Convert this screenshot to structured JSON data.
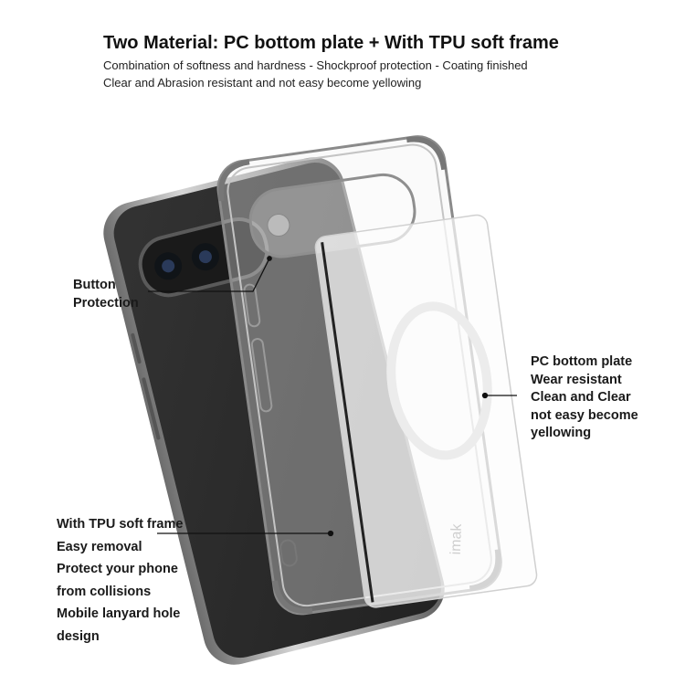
{
  "header": {
    "title": "Two Material:  PC bottom plate + With TPU soft frame",
    "subtitle_line1": "Combination of softness and hardness - Shockproof protection - Coating finished",
    "subtitle_line2": "Clear and Abrasion resistant and not easy become yellowing"
  },
  "callouts": {
    "button_protection": {
      "lines": [
        "Button",
        "Protection"
      ]
    },
    "pc_plate": {
      "lines": [
        "PC bottom plate",
        "Wear resistant",
        "Clean and Clear",
        "not easy become",
        "yellowing"
      ]
    },
    "tpu_frame": {
      "lines": [
        "With TPU soft frame",
        "Easy removal",
        "Protect your phone",
        "from collisions",
        "Mobile lanyard hole",
        "design"
      ]
    }
  },
  "product": {
    "brand_mark": "imak",
    "colors": {
      "phone_body": "#2b2b2b",
      "phone_frame": "#a8a8a8",
      "case_clear": "#e8e8e8",
      "magsafe_ring": "#f0f0f0"
    }
  }
}
